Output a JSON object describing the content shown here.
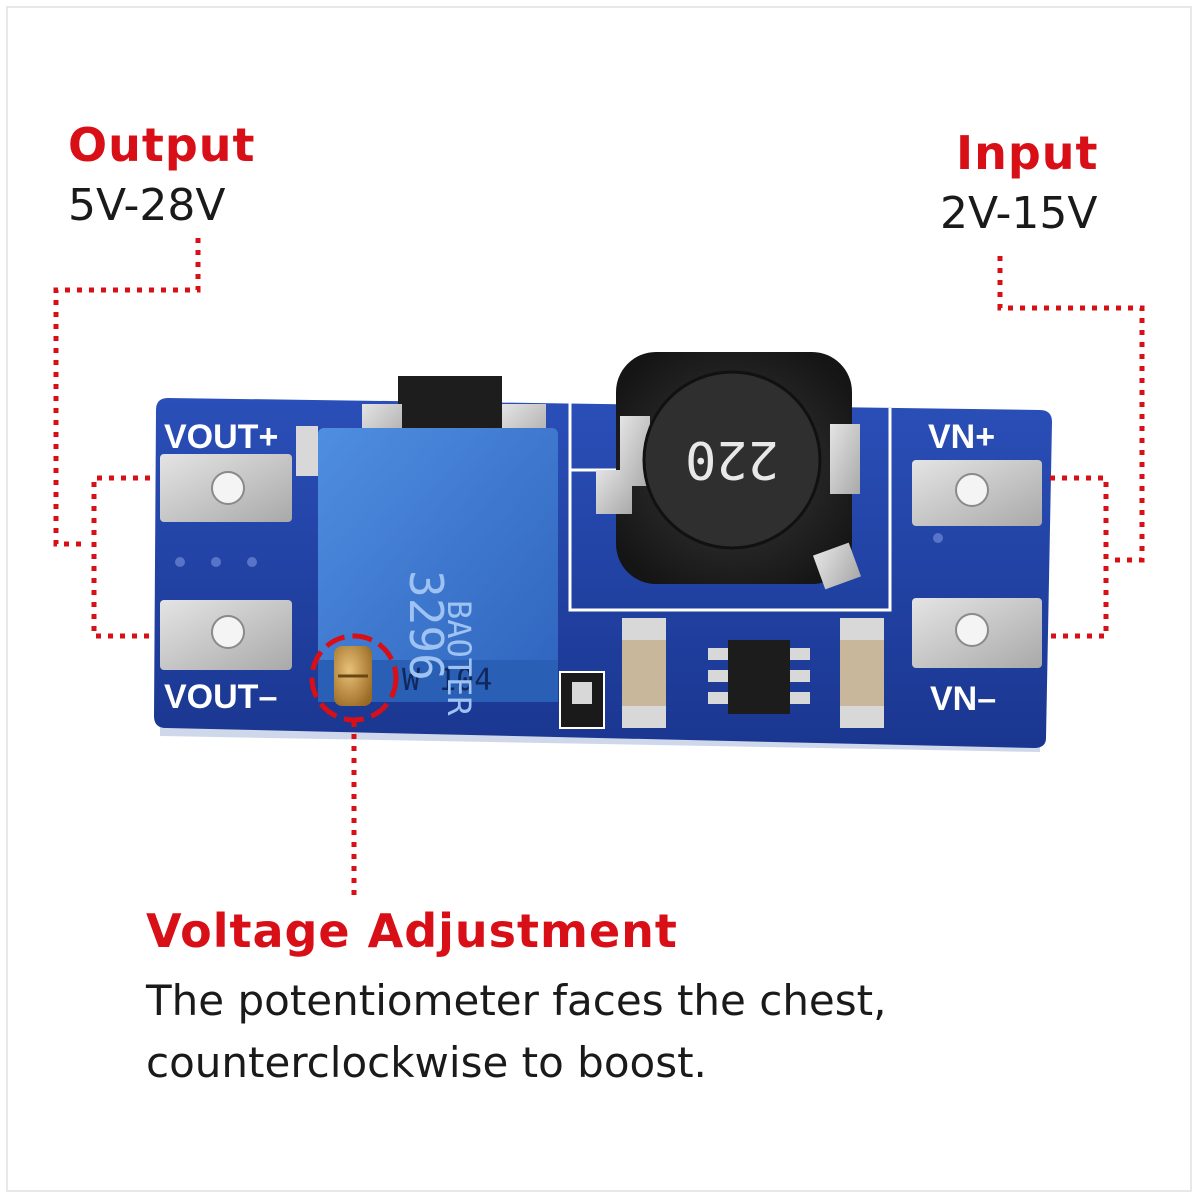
{
  "callouts": {
    "output": {
      "title": "Output",
      "range": "5V-28V"
    },
    "input": {
      "title": "Input",
      "range": "2V-15V"
    },
    "adjustment": {
      "title": "Voltage Adjustment",
      "line1": "The potentiometer faces the chest,",
      "line2": "counterclockwise to boost."
    }
  },
  "board": {
    "label_vout_plus": "VOUT+",
    "label_vout_minus": "VOUT–",
    "label_vin_plus": "VN+",
    "label_vin_minus": "VN–",
    "inductor_marking": "220",
    "pot_marking_main": "3296",
    "pot_marking_value": "W 104",
    "pot_marking_brand": "BAOTER"
  },
  "colors": {
    "accent_red": "#d80f16",
    "pcb_blue": "#1f3f9e",
    "pot_blue": "#3a78d0",
    "pad_silver": "#c9c9c9",
    "inductor_black": "#2b2b2b"
  }
}
